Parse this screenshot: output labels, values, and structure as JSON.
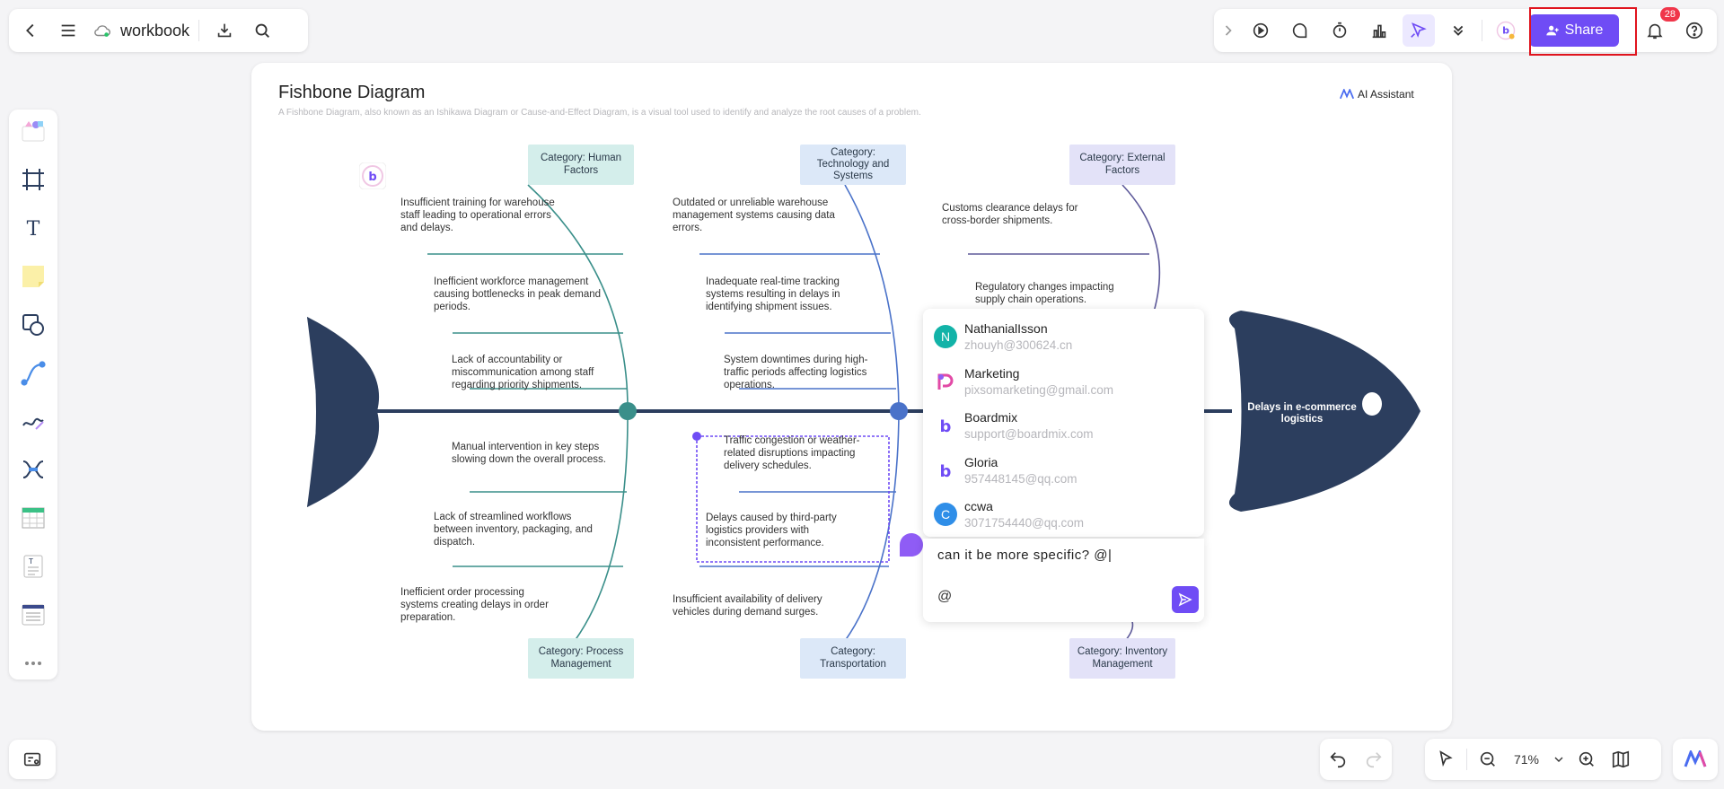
{
  "toolbar": {
    "file_name": "workbook",
    "share_label": "Share",
    "notification_count": "28"
  },
  "diagram": {
    "title": "Fishbone Diagram",
    "subtitle": "A Fishbone Diagram, also known as an Ishikawa Diagram or Cause-and-Effect Diagram, is a visual tool used to identify and analyze the root causes of a problem.",
    "ai_assistant": "AI Assistant",
    "head": "Delays in e-commerce logistics",
    "categories": {
      "human": "Category: Human Factors",
      "tech": "Category: Technology and Systems",
      "external": "Category: External Factors",
      "process": "Category: Process Management",
      "transport": "Category: Transportation",
      "inventory": "Category: Inventory Management"
    },
    "causes": {
      "h1": "Insufficient training for warehouse staff leading to operational errors and delays.",
      "h2": "Inefficient workforce management causing bottlenecks in peak demand periods.",
      "h3": "Lack of accountability or miscommunication among staff regarding priority shipments.",
      "p1": "Manual intervention in key steps slowing down the overall process.",
      "p2": "Lack of streamlined workflows between inventory, packaging, and dispatch.",
      "p3": "Inefficient order processing systems creating delays in order preparation.",
      "t1": "Outdated or unreliable warehouse management systems causing data errors.",
      "t2": "Inadequate real-time tracking systems resulting in delays in identifying shipment issues.",
      "t3": "System downtimes during high-traffic periods affecting logistics operations.",
      "r1": "Traffic congestion or weather-related disruptions impacting delivery schedules.",
      "r2": "Delays caused by third-party logistics providers with inconsistent performance.",
      "r3": "Insufficient availability of delivery vehicles during demand surges.",
      "e1": "Customs clearance delays for cross-border shipments.",
      "e2": "Regulatory changes impacting supply chain operations."
    }
  },
  "mentions": [
    {
      "initial": "N",
      "name": "NathanialIsson",
      "email": "zhouyh@300624.cn",
      "color": "#12b3a8"
    },
    {
      "initial": "P",
      "name": "Marketing",
      "email": "pixsomarketing@gmail.com",
      "color": "#e24aa6"
    },
    {
      "initial": "b",
      "name": "Boardmix",
      "email": "support@boardmix.com",
      "color": "#6f4cf5"
    },
    {
      "initial": "b",
      "name": "Gloria",
      "email": "957448145@qq.com",
      "color": "#6f4cf5"
    },
    {
      "initial": "C",
      "name": "ccwa",
      "email": "3071754440@qq.com",
      "color": "#2f8ee8"
    }
  ],
  "comment": {
    "text": "can it be more specific? @|",
    "at_symbol": "@"
  },
  "zoom": {
    "level": "71%"
  },
  "colors": {
    "accent": "#6f4cf5",
    "fish": "#2c3e5e",
    "highlight": "#e0141e"
  }
}
